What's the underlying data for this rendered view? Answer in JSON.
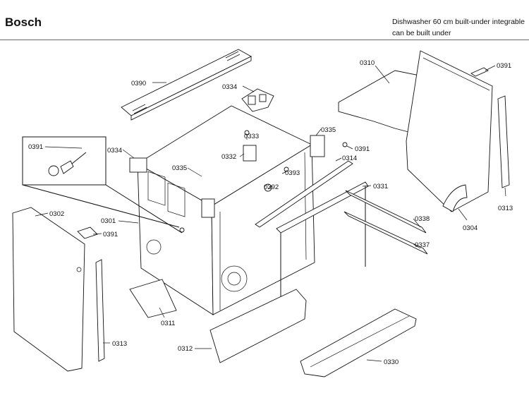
{
  "header": {
    "brand": "Bosch",
    "description_line1": "Dishwasher 60 cm built-under integrable",
    "description_line2": "can be built under"
  },
  "parts": [
    {
      "id": "p0390",
      "label": "0390"
    },
    {
      "id": "p0334a",
      "label": "0334"
    },
    {
      "id": "p0310",
      "label": "0310"
    },
    {
      "id": "p0391a",
      "label": "0391"
    },
    {
      "id": "p0391b",
      "label": "0391"
    },
    {
      "id": "p0334b",
      "label": "0334"
    },
    {
      "id": "p0333",
      "label": "0333"
    },
    {
      "id": "p0335a",
      "label": "0335"
    },
    {
      "id": "p0391c",
      "label": "0391"
    },
    {
      "id": "p0332",
      "label": "0332"
    },
    {
      "id": "p0335b",
      "label": "0335"
    },
    {
      "id": "p0314",
      "label": "0314"
    },
    {
      "id": "p0393",
      "label": "0393"
    },
    {
      "id": "p0392",
      "label": "0392"
    },
    {
      "id": "p0331",
      "label": "0331"
    },
    {
      "id": "p0313a",
      "label": "0313"
    },
    {
      "id": "p0302",
      "label": "0302"
    },
    {
      "id": "p0301",
      "label": "0301"
    },
    {
      "id": "p0338",
      "label": "0338"
    },
    {
      "id": "p0304",
      "label": "0304"
    },
    {
      "id": "p0391d",
      "label": "0391"
    },
    {
      "id": "p0337",
      "label": "0337"
    },
    {
      "id": "p0311",
      "label": "0311"
    },
    {
      "id": "p0313b",
      "label": "0313"
    },
    {
      "id": "p0312",
      "label": "0312"
    },
    {
      "id": "p0330",
      "label": "0330"
    }
  ]
}
